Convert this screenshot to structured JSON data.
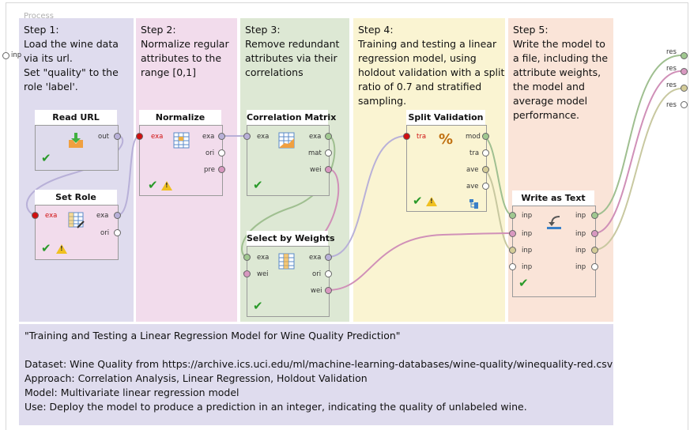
{
  "process": {
    "title": "Process",
    "inp": "inp"
  },
  "results": [
    "res",
    "res",
    "res",
    "res"
  ],
  "steps": [
    {
      "lines": [
        "Step 1:",
        "Load the wine data",
        "via its url.",
        "Set \"quality\" to the",
        "role 'label'."
      ]
    },
    {
      "lines": [
        "Step 2:",
        "Normalize regular",
        "attributes to the",
        "range [0,1]"
      ]
    },
    {
      "lines": [
        "Step 3:",
        "Remove redundant",
        "attributes via their",
        "correlations"
      ]
    },
    {
      "lines": [
        "Step 4:",
        "Training and testing a linear",
        "regression model, using",
        "holdout validation with a split",
        "ratio of 0.7 and stratified",
        "sampling."
      ]
    },
    {
      "lines": [
        "Step 5:",
        "Write the model to",
        "a file, including the",
        "attribute weights,",
        "the model and",
        "average model",
        "performance."
      ]
    }
  ],
  "description": {
    "title": "\"Training and Testing a Linear Regression Model for Wine Quality Prediction\"",
    "dataset": "Dataset: Wine Quality from https://archive.ics.uci.edu/ml/machine-learning-databases/wine-quality/winequality-red.csv",
    "approach": "Approach: Correlation Analysis, Linear Regression, Holdout Validation",
    "model": "Model: Multivariate linear regression model",
    "use": "Use: Deploy the model to produce a prediction in an integer, indicating the quality of unlabeled wine."
  },
  "operators": {
    "read_url": {
      "title": "Read URL",
      "ports": [
        "out"
      ]
    },
    "set_role": {
      "title": "Set Role",
      "ports": [
        "exa",
        "exa",
        "ori"
      ]
    },
    "normalize": {
      "title": "Normalize",
      "ports": [
        "exa",
        "exa",
        "ori",
        "pre"
      ]
    },
    "correlation": {
      "title": "Correlation Matrix",
      "ports": [
        "exa",
        "exa",
        "mat",
        "wei"
      ]
    },
    "select_weights": {
      "title": "Select by Weights",
      "ports": [
        "exa",
        "wei",
        "exa",
        "ori",
        "wei"
      ]
    },
    "split": {
      "title": "Split Validation",
      "ports": [
        "tra",
        "mod",
        "tra",
        "ave",
        "ave"
      ]
    },
    "write": {
      "title": "Write as Text",
      "ports": [
        "inp",
        "inp",
        "inp",
        "inp",
        "inp",
        "inp",
        "inp",
        "inp"
      ]
    }
  },
  "colors": {
    "step1": "#dfdcee",
    "step2": "#f2dcec",
    "step3": "#dde8d4",
    "step4": "#faf4d2",
    "step5": "#fae4d8",
    "port_exampleset": "#b8b0d8",
    "port_model": "#a0c890",
    "port_weights": "#d898c0",
    "port_performance": "#d4cc98",
    "port_error": "#d01010"
  }
}
